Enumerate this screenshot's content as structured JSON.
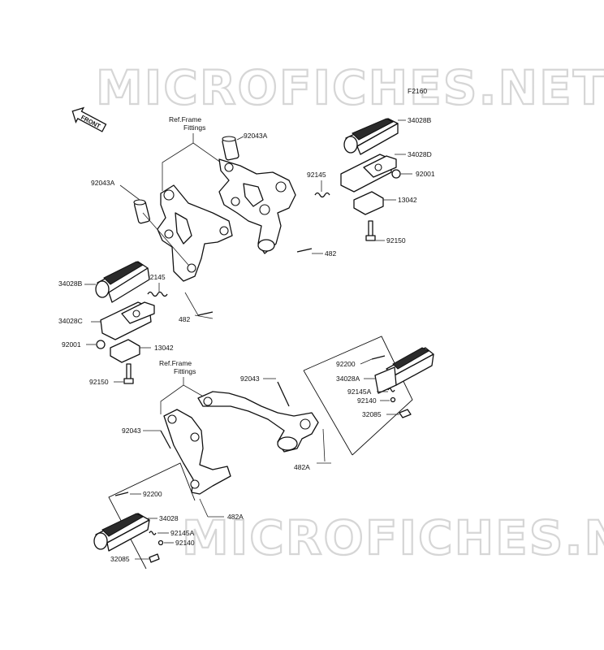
{
  "watermark_text": "MICROFICHES.NET",
  "figure_code": "F2160",
  "front_arrow_label": "FRONT",
  "labels": {
    "p92043A_top": "92043A",
    "p34028B_top": "34028B",
    "p34028D": "34028D",
    "p92145_top": "92145",
    "p92001_top": "92001",
    "p13042_top": "13042",
    "p92150_top": "92150",
    "p482_top": "482",
    "p92043A_left": "92043A",
    "p34028B_left": "34028B",
    "p92145_left": "92145",
    "p482_left": "482",
    "p34028C": "34028C",
    "p92001_left": "92001",
    "p13042_left": "13042",
    "p92150_left": "92150",
    "p92043_mid": "92043",
    "p92200_right": "92200",
    "p34028A": "34028A",
    "p92145A_right": "92145A",
    "p92140_right": "92140",
    "p32085_right": "32085",
    "p482A_right": "482A",
    "p92043_left": "92043",
    "p92200_left": "92200",
    "p482A_left": "482A",
    "p34028": "34028",
    "p92145A_left": "92145A",
    "p92140_left": "92140",
    "p32085_left": "32085"
  },
  "ref_frame": {
    "line1": "Ref.Frame",
    "line2": "Fittings"
  }
}
